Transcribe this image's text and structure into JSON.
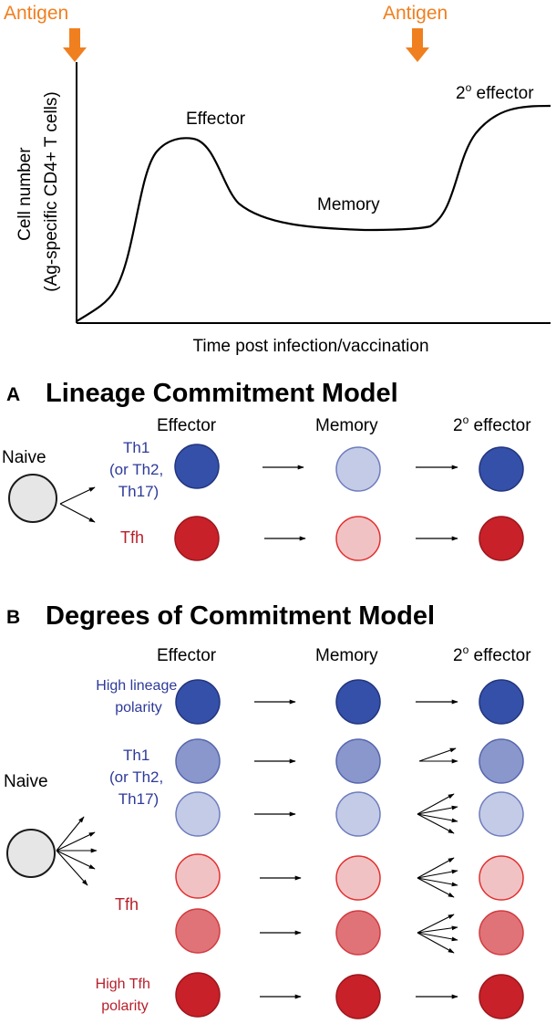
{
  "colors": {
    "antigen": "#f07f1f",
    "th_text": "#2d3a9a",
    "tfh_text": "#b8202a",
    "blue_dark_fill": "#3450a8",
    "blue_dark_stroke": "#22357e",
    "blue_mid_fill": "#8a97cc",
    "blue_mid_stroke": "#5766ad",
    "blue_light_fill": "#c3cbe7",
    "blue_light_stroke": "#6e7cbd",
    "red_light_fill": "#f1c2c4",
    "red_light_stroke": "#e12f2f",
    "red_mid_fill": "#e07378",
    "red_mid_stroke": "#d13b40",
    "red_dark_fill": "#c82129",
    "red_dark_stroke": "#9c171d",
    "naive_fill": "#e6e6e6",
    "naive_stroke": "#1a1a1a"
  },
  "top_plot": {
    "antigen_left": "Antigen",
    "antigen_right": "Antigen",
    "y_label_line1": "Cell number",
    "y_label_line2": "(Ag-specific CD4+ T cells)",
    "x_label": "Time post infection/vaccination",
    "effector": "Effector",
    "memory": "Memory",
    "secondary_effector_prefix": "2",
    "secondary_effector_sup": "o",
    "secondary_effector_suffix": " effector"
  },
  "panel_a": {
    "letter": "A",
    "title": "Lineage Commitment Model",
    "col_effector": "Effector",
    "col_memory": "Memory",
    "col_2_prefix": "2",
    "col_2_sup": "o",
    "col_2_suffix": " effector",
    "naive": "Naive",
    "th1_line1": "Th1",
    "th1_line2": "(or Th2,",
    "th1_line3": "Th17)",
    "tfh": "Tfh"
  },
  "panel_b": {
    "letter": "B",
    "title": "Degrees of Commitment Model",
    "col_effector": "Effector",
    "col_memory": "Memory",
    "col_2_prefix": "2",
    "col_2_sup": "o",
    "col_2_suffix": " effector",
    "naive": "Naive",
    "high_lineage_line1": "High lineage",
    "high_lineage_line2": "polarity",
    "th1_line1": "Th1",
    "th1_line2": "(or Th2,",
    "th1_line3": "Th17)",
    "tfh": "Tfh",
    "high_tfh_line1": "High Tfh",
    "high_tfh_line2": "polarity"
  }
}
